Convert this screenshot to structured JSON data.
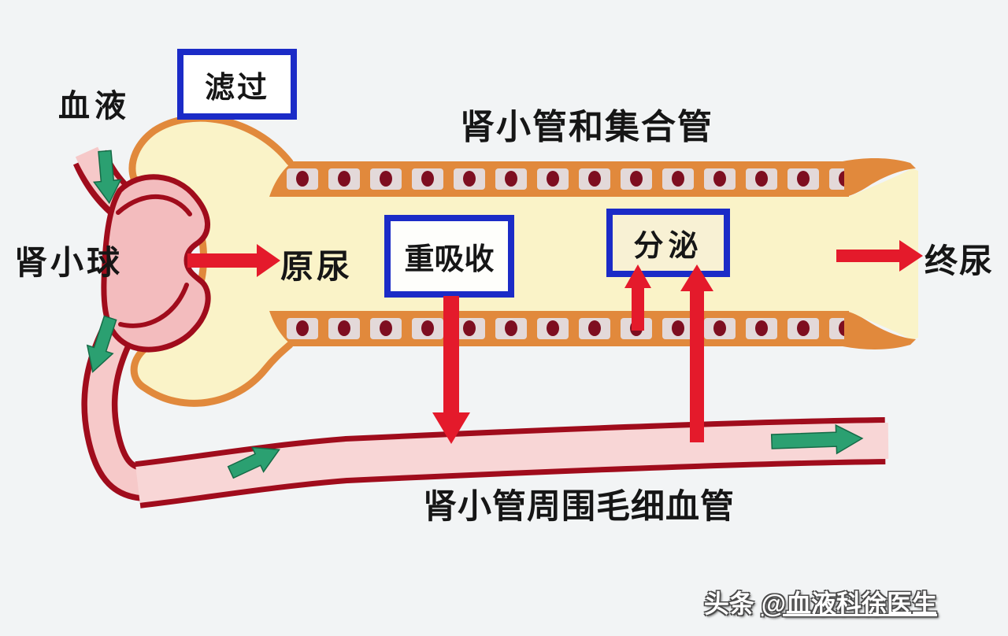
{
  "diagram": {
    "title": "肾小管和集合管",
    "labels": {
      "blood": "血液",
      "glomerulus": "肾小球",
      "primary_urine": "原尿",
      "final_urine": "终尿",
      "peritubular_capillary": "肾小管周围毛细血管"
    },
    "processes": {
      "filtration": "滤过",
      "reabsorption": "重吸收",
      "secretion": "分泌"
    },
    "watermark": {
      "prefix": "头条 ",
      "handle": "@血液科徐医生"
    },
    "colors": {
      "background": "#f2f4f5",
      "capsule_orange": "#e1893c",
      "lumen_yellow": "#faf3c8",
      "wall_cell_gray": "#e3d9d9",
      "cell_nucleus": "#7e0e20",
      "vessel_border_red": "#a00c1c",
      "vessel_pink": "#f6c9c9",
      "glomerulus_pink": "#f3bcbe",
      "process_box_border_blue": "#1b2bc7",
      "flow_arrow_red": "#e41a2b",
      "blood_arrow_green": "#2ba071",
      "text": "#161616"
    }
  }
}
